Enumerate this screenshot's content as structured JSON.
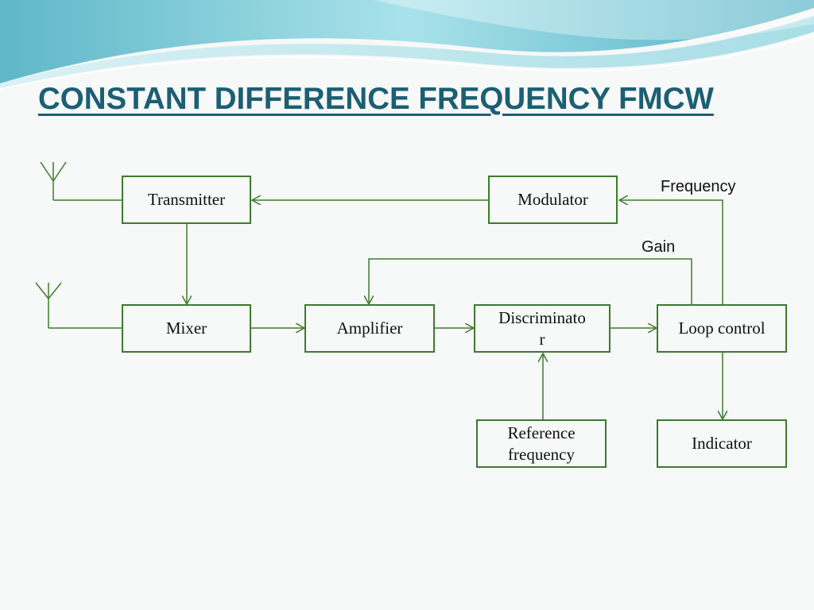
{
  "slide": {
    "title": "CONSTANT DIFFERENCE FREQUENCY FMCW",
    "colors": {
      "title": "#1b5f73",
      "block_border": "#3e7a2d",
      "lines": "#3e7a2d",
      "background": "#f7f8f8",
      "header_wave": "#7fcfdc"
    }
  },
  "diagram": {
    "blocks": {
      "transmitter": "Transmitter",
      "modulator": "Modulator",
      "mixer": "Mixer",
      "amplifier": "Amplifier",
      "discriminator_line1": "Discriminato",
      "discriminator_line2": "r",
      "loop_control": "Loop control",
      "reference_line1": "Reference",
      "reference_line2": "frequency",
      "indicator": "Indicator"
    },
    "signal_labels": {
      "frequency": "Frequency",
      "gain": "Gain"
    }
  }
}
